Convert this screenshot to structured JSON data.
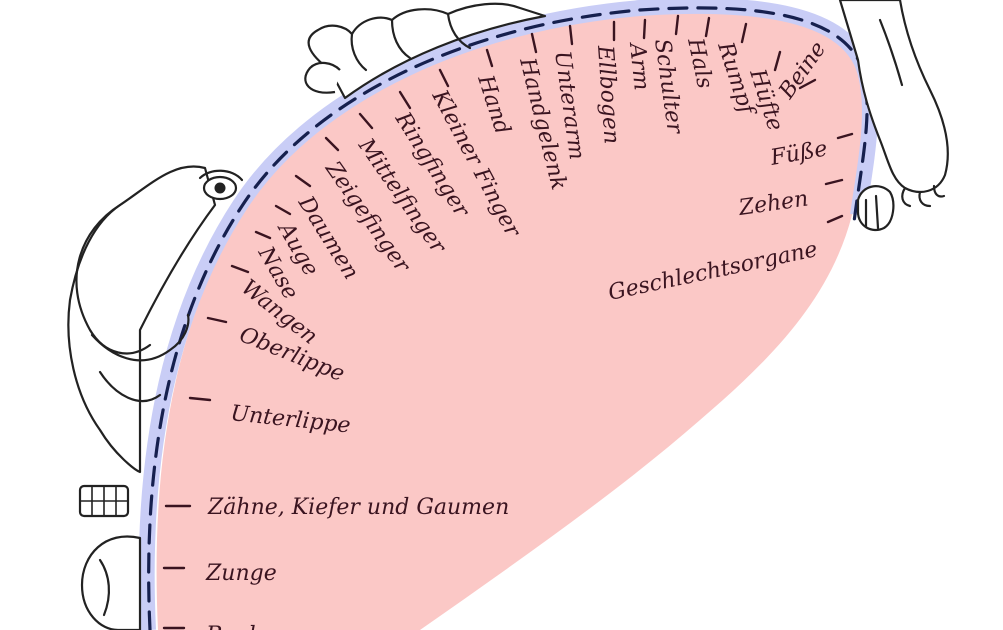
{
  "colors": {
    "cortex_fill": "#fbc8c6",
    "band_fill": "#c9cdf6",
    "dash_stroke": "#16204e",
    "label_ink": "#3a1420",
    "sketch_ink": "#222222"
  },
  "labels": [
    {
      "id": "zehen",
      "text": "Zehen"
    },
    {
      "id": "geschlechtsorgane",
      "text": "Geschlechtsorgane"
    },
    {
      "id": "fuesse",
      "text": "Füße"
    },
    {
      "id": "beine",
      "text": "Beine"
    },
    {
      "id": "huefte",
      "text": "Hüfte"
    },
    {
      "id": "rumpf",
      "text": "Rumpf"
    },
    {
      "id": "hals",
      "text": "Hals"
    },
    {
      "id": "schulter",
      "text": "Schulter"
    },
    {
      "id": "arm",
      "text": "Arm"
    },
    {
      "id": "ellbogen",
      "text": "Ellbogen"
    },
    {
      "id": "unterarm",
      "text": "Unterarm"
    },
    {
      "id": "handgelenk",
      "text": "Handgelenk"
    },
    {
      "id": "hand",
      "text": "Hand"
    },
    {
      "id": "kleiner-finger",
      "text": "Kleiner Finger"
    },
    {
      "id": "ringfinger",
      "text": "Ringfinger"
    },
    {
      "id": "mittelfinger",
      "text": "Mittelfinger"
    },
    {
      "id": "zeigefinger",
      "text": "Zeigefinger"
    },
    {
      "id": "daumen",
      "text": "Daumen"
    },
    {
      "id": "auge",
      "text": "Auge"
    },
    {
      "id": "nase",
      "text": "Nase"
    },
    {
      "id": "wangen",
      "text": "Wangen"
    },
    {
      "id": "oberlippe",
      "text": "Oberlippe"
    },
    {
      "id": "unterlippe",
      "text": "Unterlippe"
    },
    {
      "id": "zaehne",
      "text": "Zähne, Kiefer und Gaumen"
    },
    {
      "id": "zunge",
      "text": "Zunge"
    },
    {
      "id": "rachen",
      "text": "Rachen"
    }
  ]
}
